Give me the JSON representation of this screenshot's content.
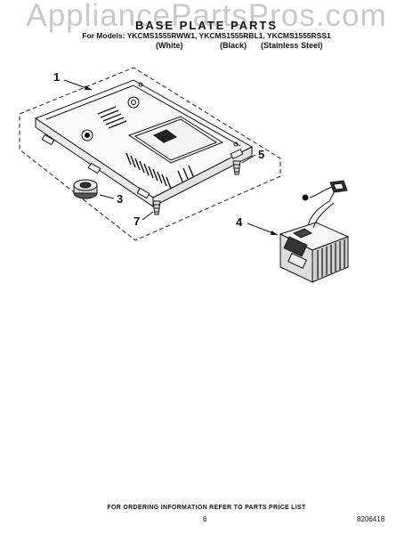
{
  "watermark": "AppliancePartsPros.com",
  "header": {
    "title": "BASE PLATE PARTS",
    "models_line": "For Models: YKCMS1555RWW1, YKCMS1555RBL1, YKCMS1555RSS1",
    "variants": [
      "(White)",
      "(Black)",
      "(Stainless Steel)"
    ]
  },
  "callouts": [
    "1",
    "3",
    "4",
    "5",
    "7"
  ],
  "footer": {
    "note": "FOR ORDERING INFORMATION REFER TO PARTS PRICE LIST",
    "page": "6",
    "doc_number": "8206418"
  }
}
